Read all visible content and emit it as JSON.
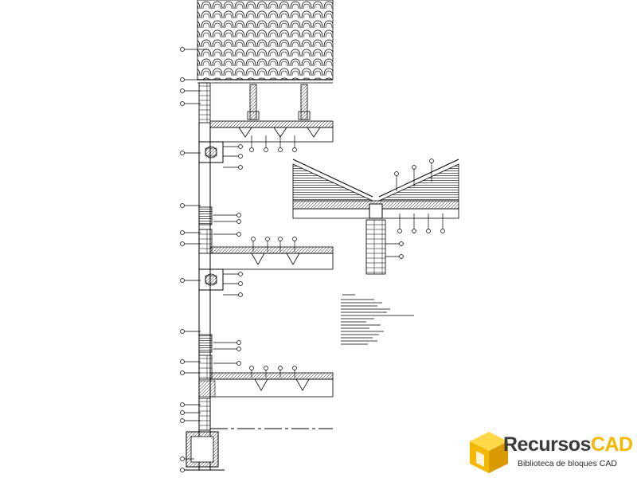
{
  "watermark": {
    "brand_part1": "Recursos",
    "brand_part2": "CAD",
    "tagline": "Biblioteca de bloques CAD",
    "colors": {
      "dark": "#3a3a3a",
      "accent": "#f5b800"
    }
  }
}
